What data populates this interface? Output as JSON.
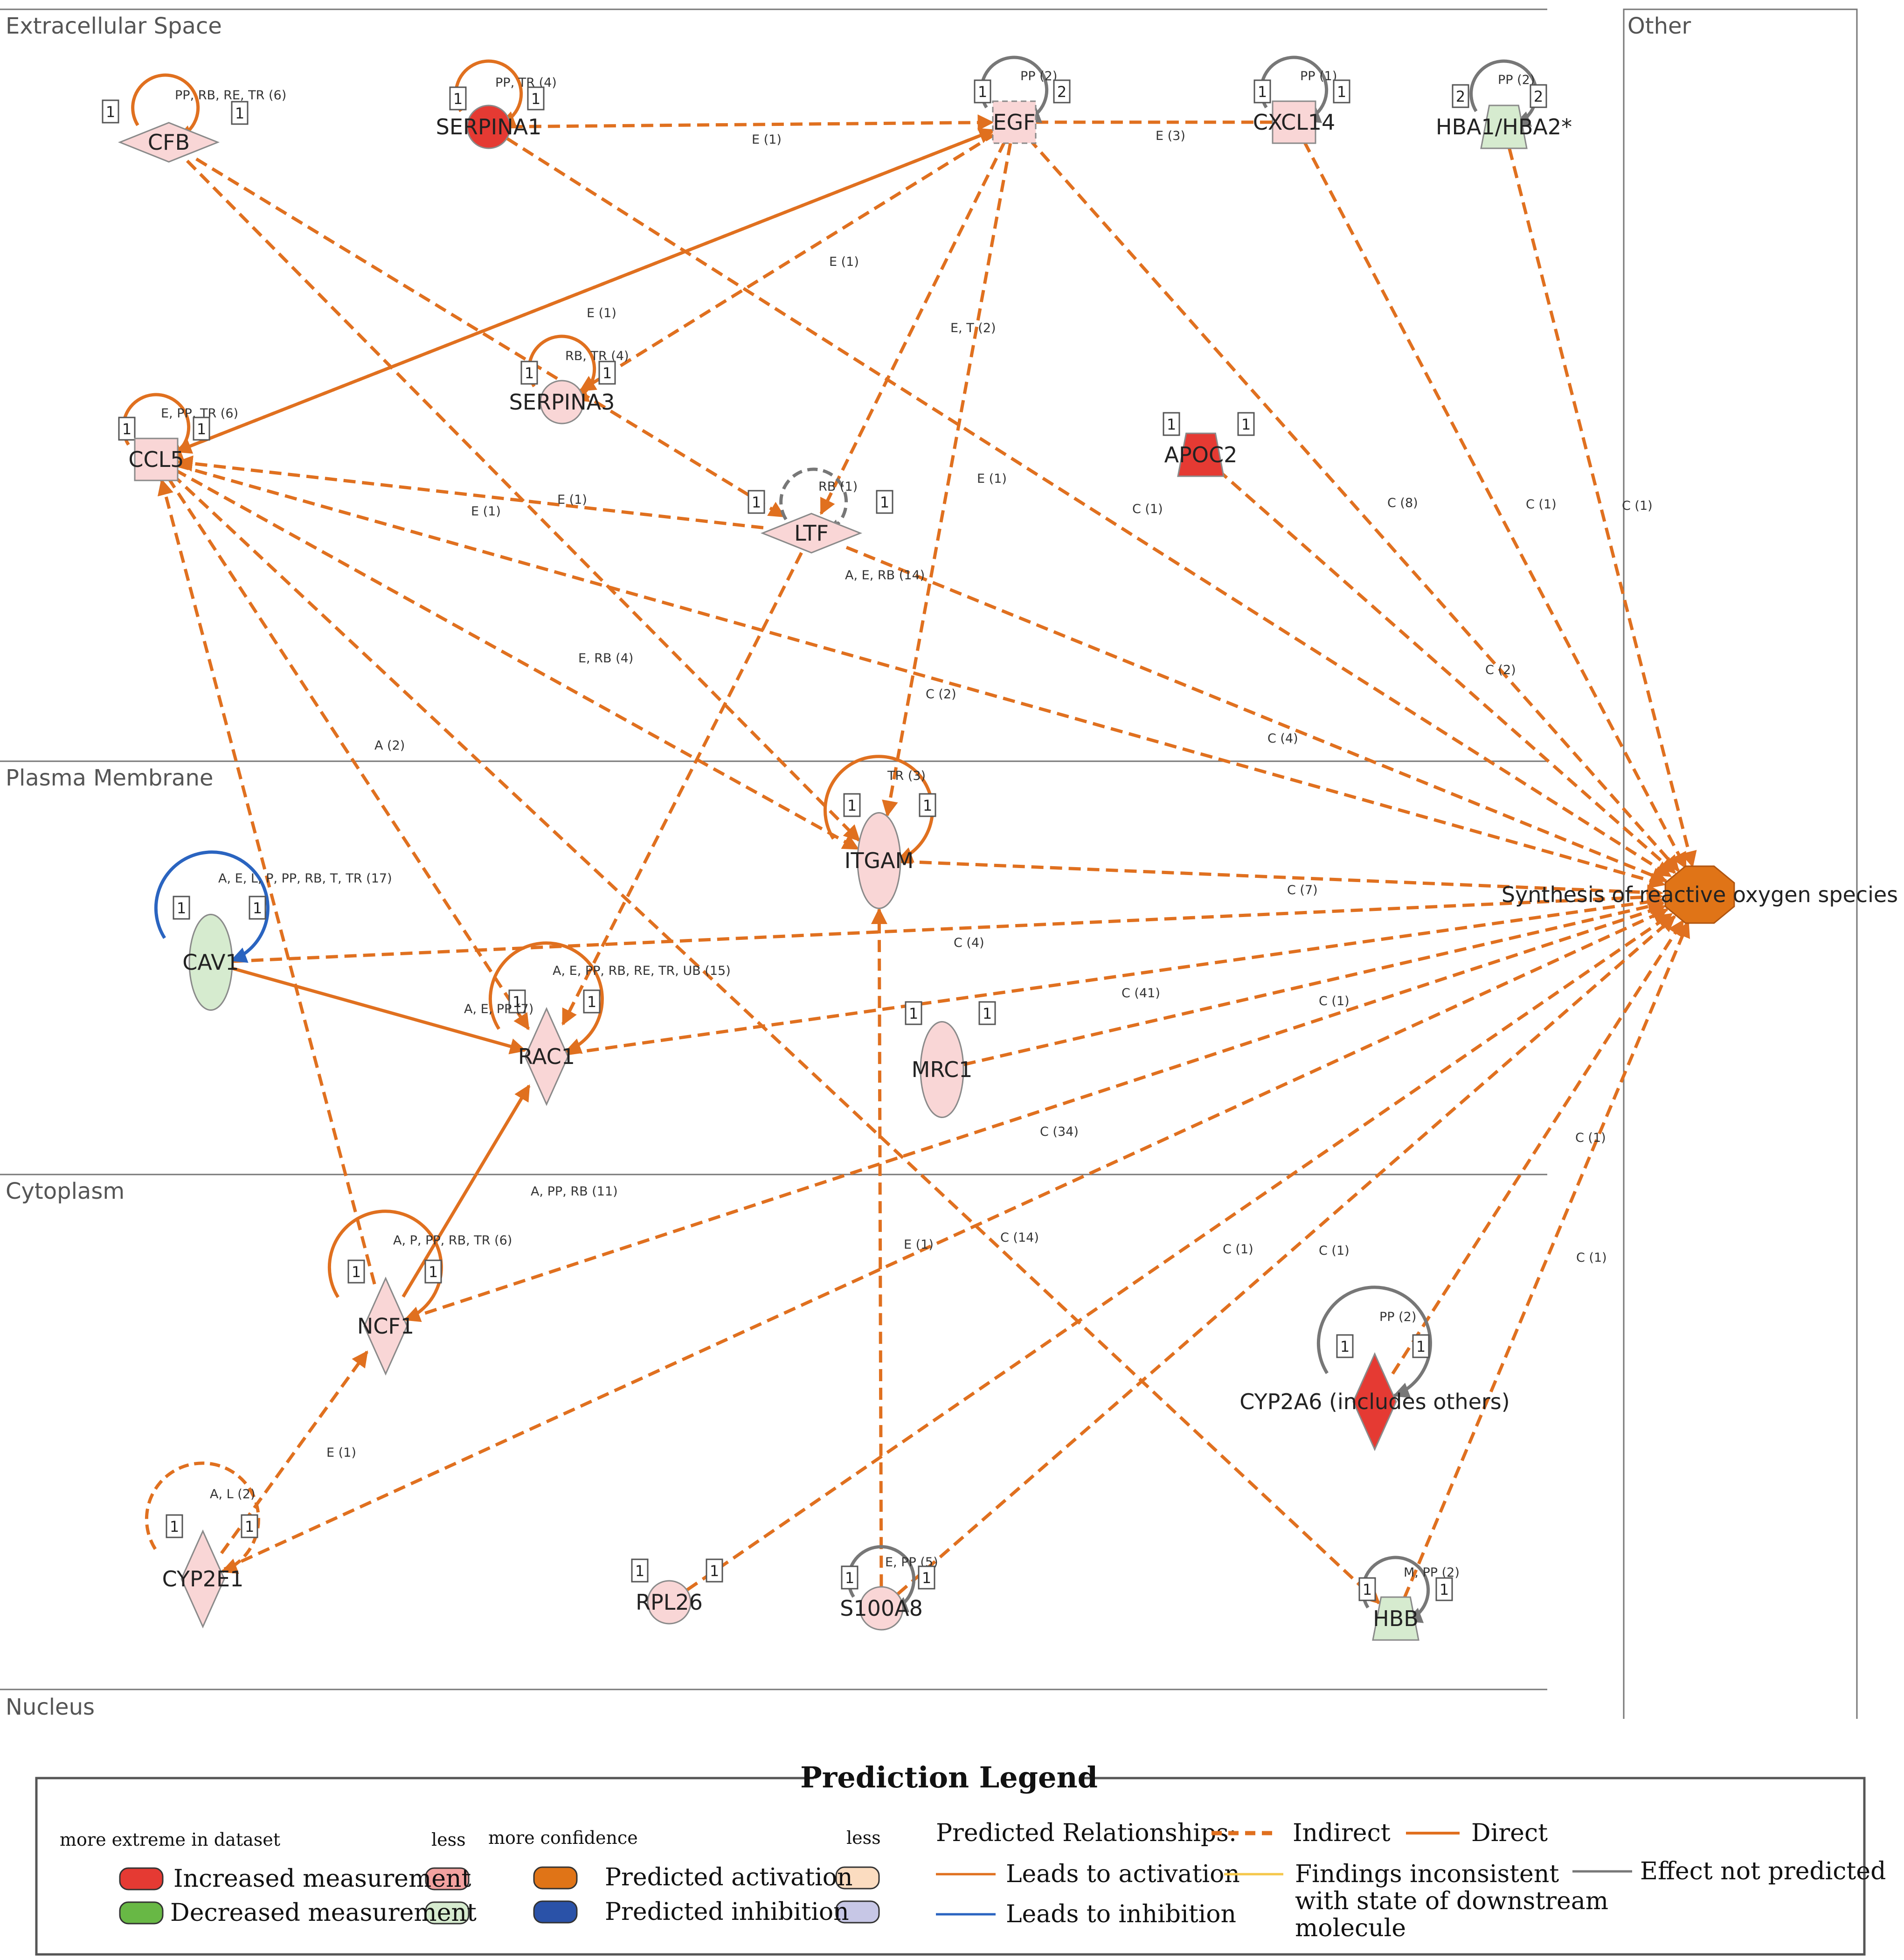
{
  "colors": {
    "edge": "#e0701f",
    "edge_inhibit": "#2a64c0",
    "edge_gray": "#777777",
    "increased": "#e53a33",
    "decreased": "#68b845",
    "increased_light": "#f9d6d6",
    "decreased_light": "#d6ebcf",
    "activation": "#e07417",
    "inhibition": "#2a52a8",
    "activation_light": "#fbdcc0",
    "inhibition_light": "#c7c7e6"
  },
  "regions": [
    {
      "id": "extracellular",
      "label": "Extracellular Space"
    },
    {
      "id": "plasma",
      "label": "Plasma Membrane"
    },
    {
      "id": "cytoplasm",
      "label": "Cytoplasm"
    },
    {
      "id": "nucleus",
      "label": "Nucleus"
    },
    {
      "id": "other",
      "label": "Other"
    }
  ],
  "nodes": [
    {
      "id": "CFB",
      "label": "CFB",
      "shape": "diamond-wide",
      "fill": "#f9d6d6"
    },
    {
      "id": "SERPINA1",
      "label": "SERPINA1",
      "shape": "circle",
      "fill": "#e53a33"
    },
    {
      "id": "EGF",
      "label": "EGF",
      "shape": "rect-dashed",
      "fill": "#f9d6d6"
    },
    {
      "id": "CXCL14",
      "label": "CXCL14",
      "shape": "square",
      "fill": "#f9d6d6"
    },
    {
      "id": "HBA",
      "label": "HBA1/HBA2*",
      "shape": "trapezoid",
      "fill": "#d6ebcf"
    },
    {
      "id": "SERPINA3",
      "label": "SERPINA3",
      "shape": "circle",
      "fill": "#f9d6d6"
    },
    {
      "id": "CCL5",
      "label": "CCL5",
      "shape": "square",
      "fill": "#f9d6d6"
    },
    {
      "id": "APOC2",
      "label": "APOC2",
      "shape": "trapezoid",
      "fill": "#e53a33"
    },
    {
      "id": "LTF",
      "label": "LTF",
      "shape": "diamond-wide",
      "fill": "#f9d6d6"
    },
    {
      "id": "ITGAM",
      "label": "ITGAM",
      "shape": "ellipse-tall",
      "fill": "#f9d6d6"
    },
    {
      "id": "CAV1",
      "label": "CAV1",
      "shape": "ellipse-tall",
      "fill": "#d6ebcf"
    },
    {
      "id": "RAC1",
      "label": "RAC1",
      "shape": "diamond-tall",
      "fill": "#f9d6d6"
    },
    {
      "id": "MRC1",
      "label": "MRC1",
      "shape": "ellipse-tall",
      "fill": "#f9d6d6"
    },
    {
      "id": "NCF1",
      "label": "NCF1",
      "shape": "diamond-tall",
      "fill": "#f9d6d6"
    },
    {
      "id": "CYP2A6",
      "label": "CYP2A6 (includes others)",
      "shape": "diamond-tall",
      "fill": "#e53a33"
    },
    {
      "id": "CYP2E1",
      "label": "CYP2E1",
      "shape": "diamond-tall",
      "fill": "#f9d6d6"
    },
    {
      "id": "RPL26",
      "label": "RPL26",
      "shape": "circle",
      "fill": "#f9d6d6"
    },
    {
      "id": "S100A8",
      "label": "S100A8",
      "shape": "circle",
      "fill": "#f9d6d6"
    },
    {
      "id": "HBB",
      "label": "HBB",
      "shape": "trapezoid",
      "fill": "#d6ebcf"
    },
    {
      "id": "ROS",
      "label": "Synthesis of reactive oxygen species",
      "shape": "octagon",
      "fill": "#e07417"
    }
  ],
  "edges": [
    {
      "from": "SERPINA1",
      "to": "EGF",
      "label": "E (1)",
      "style": "dashed",
      "color": "orange",
      "arrow": true
    },
    {
      "from": "EGF",
      "to": "CXCL14",
      "label": "E (3)",
      "style": "dashed",
      "color": "orange",
      "arrow": false
    },
    {
      "from": "CCL5",
      "to": "EGF",
      "label": "E (1)",
      "style": "dashed",
      "color": "orange",
      "arrow": true
    },
    {
      "from": "EGF",
      "to": "CCL5",
      "label": "E (1)",
      "style": "dashed",
      "color": "orange",
      "arrow": true
    },
    {
      "from": "EGF",
      "to": "SERPINA3",
      "label": "E (1)",
      "style": "dashed",
      "color": "orange",
      "arrow": true
    },
    {
      "from": "EGF",
      "to": "LTF",
      "label": "E, T (2)",
      "style": "dashed",
      "color": "orange",
      "arrow": true
    },
    {
      "from": "EGF",
      "to": "ITGAM",
      "label": "E (1)",
      "style": "dashed",
      "color": "orange",
      "arrow": true
    },
    {
      "from": "EGF",
      "to": "ROS",
      "label": "C (1)",
      "style": "dashed",
      "color": "orange",
      "arrow": true
    },
    {
      "from": "CXCL14",
      "to": "ROS",
      "label": "C (8)",
      "style": "dashed",
      "color": "orange",
      "arrow": true
    },
    {
      "from": "HBA",
      "to": "ROS",
      "label": "C (1)",
      "style": "dashed",
      "color": "orange",
      "arrow": true
    },
    {
      "from": "APOC2",
      "to": "ROS",
      "label": "C (1)",
      "style": "dashed",
      "color": "orange",
      "arrow": true
    },
    {
      "from": "CFB",
      "to": "LTF",
      "label": "",
      "style": "dashed",
      "color": "orange",
      "arrow": true
    },
    {
      "from": "CFB",
      "to": "ITGAM",
      "label": "",
      "style": "dashed",
      "color": "orange",
      "arrow": true
    },
    {
      "from": "SERPINA1",
      "to": "ROS",
      "label": "C (2)",
      "style": "dashed",
      "color": "orange",
      "arrow": true
    },
    {
      "from": "LTF",
      "to": "CCL5",
      "label": "E (1)",
      "style": "dashed",
      "color": "orange",
      "arrow": true
    },
    {
      "from": "LTF",
      "to": "ROS",
      "label": "A, E, RB (14)",
      "style": "dashed",
      "color": "orange",
      "arrow": true
    },
    {
      "from": "LTF",
      "to": "RAC1",
      "label": "C (2)",
      "style": "dashed",
      "color": "orange",
      "arrow": true
    },
    {
      "from": "CCL5",
      "to": "ROS",
      "label": "C (4)",
      "style": "dashed",
      "color": "orange",
      "arrow": true
    },
    {
      "from": "CCL5",
      "to": "ITGAM",
      "label": "E, RB (4)",
      "style": "dashed",
      "color": "orange",
      "arrow": true
    },
    {
      "from": "CCL5",
      "to": "RAC1",
      "label": "A (2)",
      "style": "dashed",
      "color": "orange",
      "arrow": true
    },
    {
      "from": "CCL5",
      "to": "HBB",
      "label": "",
      "style": "dashed",
      "color": "orange",
      "arrow": true
    },
    {
      "from": "NCF1",
      "to": "CCL5",
      "label": "",
      "style": "dashed",
      "color": "orange",
      "arrow": true
    },
    {
      "from": "ITGAM",
      "to": "ROS",
      "label": "C (7)",
      "style": "dashed",
      "color": "orange",
      "arrow": true
    },
    {
      "from": "CAV1",
      "to": "ROS",
      "label": "C (4)",
      "style": "dashed",
      "color": "orange",
      "arrow": true
    },
    {
      "from": "CAV1",
      "to": "RAC1",
      "label": "A, E, PP (7)",
      "style": "solid",
      "color": "orange",
      "arrow": true
    },
    {
      "from": "RAC1",
      "to": "ROS",
      "label": "C (41)",
      "style": "dashed",
      "color": "orange",
      "arrow": true
    },
    {
      "from": "MRC1",
      "to": "ROS",
      "label": "C (1)",
      "style": "dashed",
      "color": "orange",
      "arrow": true
    },
    {
      "from": "NCF1",
      "to": "RAC1",
      "label": "A, PP, RB (11)",
      "style": "solid",
      "color": "orange",
      "arrow": true
    },
    {
      "from": "NCF1",
      "to": "ROS",
      "label": "C (34)",
      "style": "dashed",
      "color": "orange",
      "arrow": true
    },
    {
      "from": "CYP2E1",
      "to": "NCF1",
      "label": "E (1)",
      "style": "dashed",
      "color": "orange",
      "arrow": true
    },
    {
      "from": "CYP2E1",
      "to": "ROS",
      "label": "C (14)",
      "style": "dashed",
      "color": "orange",
      "arrow": true
    },
    {
      "from": "RPL26",
      "to": "ROS",
      "label": "C (1)",
      "style": "dashed",
      "color": "orange",
      "arrow": true
    },
    {
      "from": "S100A8",
      "to": "ITGAM",
      "label": "E (1)",
      "style": "dashed",
      "color": "orange",
      "arrow": true
    },
    {
      "from": "S100A8",
      "to": "ROS",
      "label": "C (1)",
      "style": "dashed",
      "color": "orange",
      "arrow": true
    },
    {
      "from": "CYP2A6",
      "to": "ROS",
      "label": "C (1)",
      "style": "dashed",
      "color": "orange",
      "arrow": true
    },
    {
      "from": "HBB",
      "to": "ROS",
      "label": "C (1)",
      "style": "dashed",
      "color": "orange",
      "arrow": true
    }
  ],
  "loops": [
    {
      "node": "CFB",
      "label": "PP, RB, RE, TR (6)",
      "color": "orange",
      "style": "solid",
      "boxes": [
        "1",
        "1"
      ]
    },
    {
      "node": "SERPINA1",
      "label": "PP, TR (4)",
      "color": "orange",
      "style": "solid",
      "boxes": [
        "1",
        "1"
      ]
    },
    {
      "node": "EGF",
      "label": "PP (2)",
      "color": "gray",
      "style": "solid",
      "boxes": [
        "1",
        "2"
      ]
    },
    {
      "node": "CXCL14",
      "label": "PP (1)",
      "color": "gray",
      "style": "solid",
      "boxes": [
        "1",
        "1"
      ]
    },
    {
      "node": "HBA",
      "label": "PP (2)",
      "color": "gray",
      "style": "solid",
      "boxes": [
        "2",
        "2"
      ]
    },
    {
      "node": "SERPINA3",
      "label": "RB, TR (4)",
      "color": "orange",
      "style": "solid",
      "boxes": [
        "1",
        "1"
      ]
    },
    {
      "node": "CCL5",
      "label": "E, PP, TR (6)",
      "color": "orange",
      "style": "solid",
      "boxes": [
        "1",
        "1"
      ]
    },
    {
      "node": "APOC2",
      "label": "",
      "color": "none",
      "style": "none",
      "boxes": [
        "1",
        "1"
      ]
    },
    {
      "node": "LTF",
      "label": "RB (1)",
      "color": "gray",
      "style": "dashed",
      "boxes": [
        "1",
        "1"
      ]
    },
    {
      "node": "ITGAM",
      "label": "TR (3)",
      "color": "orange",
      "style": "solid",
      "boxes": [
        "1",
        "1"
      ]
    },
    {
      "node": "CAV1",
      "label": "A, E, L, P, PP, RB, T, TR (17)",
      "color": "blue",
      "style": "solid",
      "boxes": [
        "1",
        "1"
      ]
    },
    {
      "node": "RAC1",
      "label": "A, E, PP, RB, RE, TR, UB (15)",
      "color": "orange",
      "style": "solid",
      "boxes": [
        "1",
        "1"
      ]
    },
    {
      "node": "MRC1",
      "label": "",
      "color": "none",
      "style": "none",
      "boxes": [
        "1",
        "1"
      ]
    },
    {
      "node": "NCF1",
      "label": "A, P, PP, RB, TR (6)",
      "color": "orange",
      "style": "solid",
      "boxes": [
        "1",
        "1"
      ]
    },
    {
      "node": "CYP2A6",
      "label": "PP (2)",
      "color": "gray",
      "style": "solid",
      "boxes": [
        "1",
        "1"
      ]
    },
    {
      "node": "CYP2E1",
      "label": "A, L (2)",
      "color": "orange",
      "style": "dashed",
      "boxes": [
        "1",
        "1"
      ]
    },
    {
      "node": "RPL26",
      "label": "",
      "color": "none",
      "style": "none",
      "boxes": [
        "1",
        "1"
      ]
    },
    {
      "node": "S100A8",
      "label": "E, PP (5)",
      "color": "gray",
      "style": "solid",
      "boxes": [
        "1",
        "1"
      ]
    },
    {
      "node": "HBB",
      "label": "M, PP (2)",
      "color": "gray",
      "style": "solid",
      "boxes": [
        "1",
        "1"
      ]
    }
  ],
  "legend": {
    "title": "Prediction Legend",
    "more_extreme": "more extreme in dataset",
    "less1": "less",
    "more_confidence": "more confidence",
    "less2": "less",
    "increased": "Increased measurement",
    "decreased": "Decreased measurement",
    "pred_activation": "Predicted activation",
    "pred_inhibition": "Predicted inhibition",
    "predicted_relationships": "Predicted Relationships:",
    "indirect": "Indirect",
    "direct": "Direct",
    "leads_activation": "Leads to activation",
    "leads_inhibition": "Leads to inhibition",
    "findings_inconsistent_1": "Findings inconsistent",
    "findings_inconsistent_2": "with state of downstream",
    "findings_inconsistent_3": "molecule",
    "effect_not_predicted": "Effect not predicted"
  }
}
